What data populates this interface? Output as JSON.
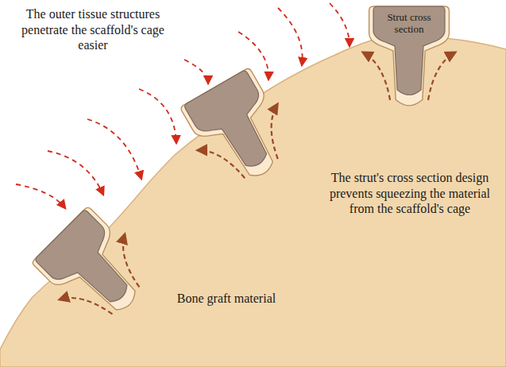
{
  "diagram": {
    "nodes": [
      {
        "text": [
          "Strut cross section"
        ]
      }
    ],
    "labels": [
      "The outer tissue structures penetrate the scaffold's cage easier",
      "The strut's cross section design prevents squeezing the material from the scaffold's cage",
      "Bone graft material"
    ]
  }
}
